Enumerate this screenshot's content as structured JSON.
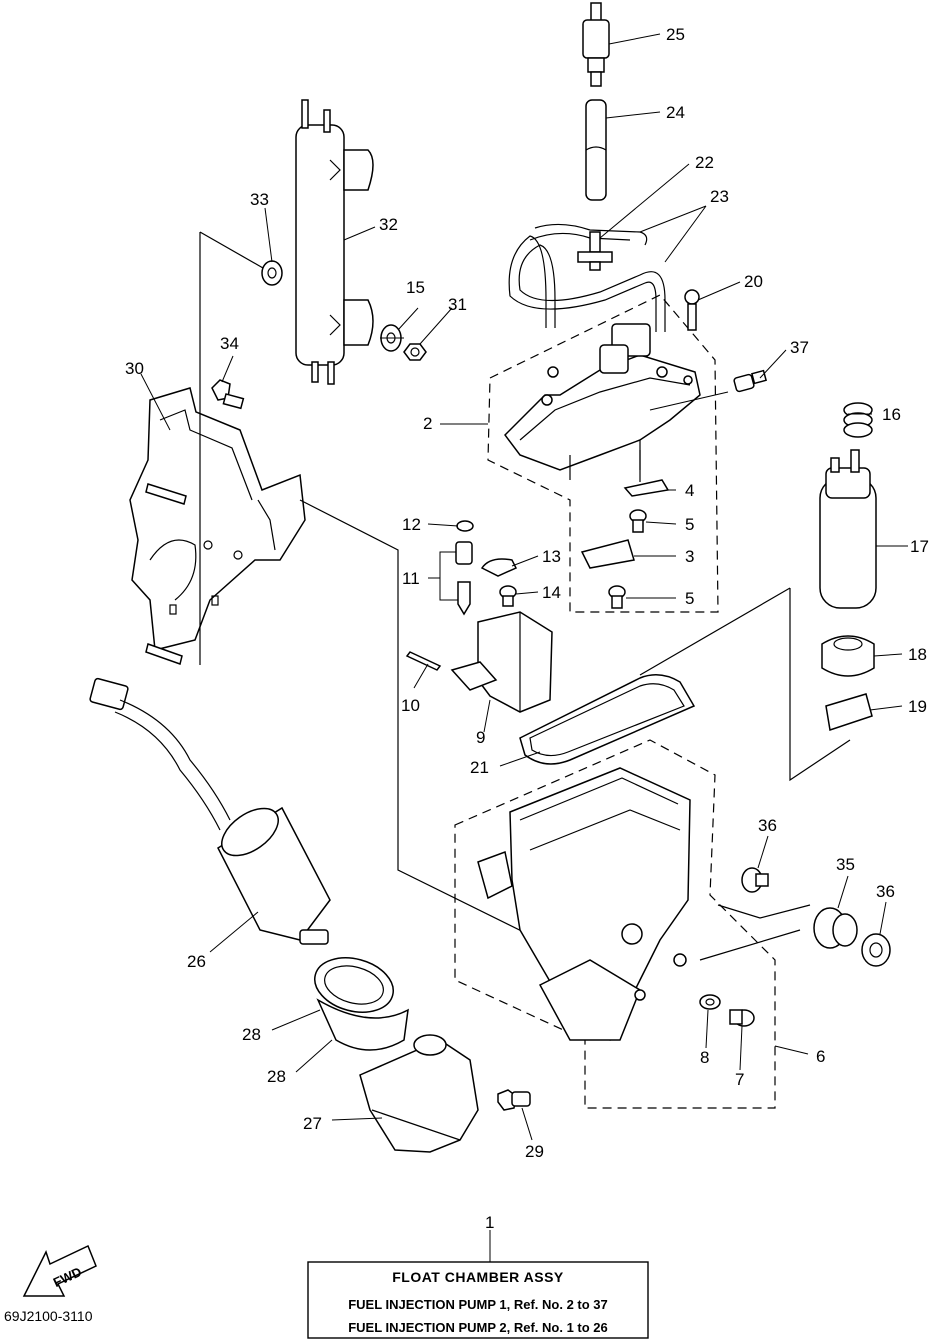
{
  "diagram_code": "69J2100-3110",
  "fwd_label": "FWD",
  "assembly_box": {
    "ref": "1",
    "title": "FLOAT  CHAMBER ASSY",
    "line1": "FUEL INJECTION PUMP 1, Ref. No. 2 to 37",
    "line2": "FUEL INJECTION PUMP 2, Ref. No. 1 to 26"
  },
  "callouts": {
    "c2": "2",
    "c3": "3",
    "c4": "4",
    "c5a": "5",
    "c5b": "5",
    "c6": "6",
    "c7": "7",
    "c8": "8",
    "c9": "9",
    "c10": "10",
    "c11": "11",
    "c12": "12",
    "c13": "13",
    "c14": "14",
    "c15": "15",
    "c16": "16",
    "c17": "17",
    "c18": "18",
    "c19": "19",
    "c20": "20",
    "c21": "21",
    "c22": "22",
    "c23": "23",
    "c24": "24",
    "c25": "25",
    "c26": "26",
    "c27": "27",
    "c28a": "28",
    "c28b": "28",
    "c29": "29",
    "c30": "30",
    "c31": "31",
    "c32": "32",
    "c33": "33",
    "c34": "34",
    "c35": "35",
    "c36a": "36",
    "c36b": "36",
    "c37": "37"
  }
}
